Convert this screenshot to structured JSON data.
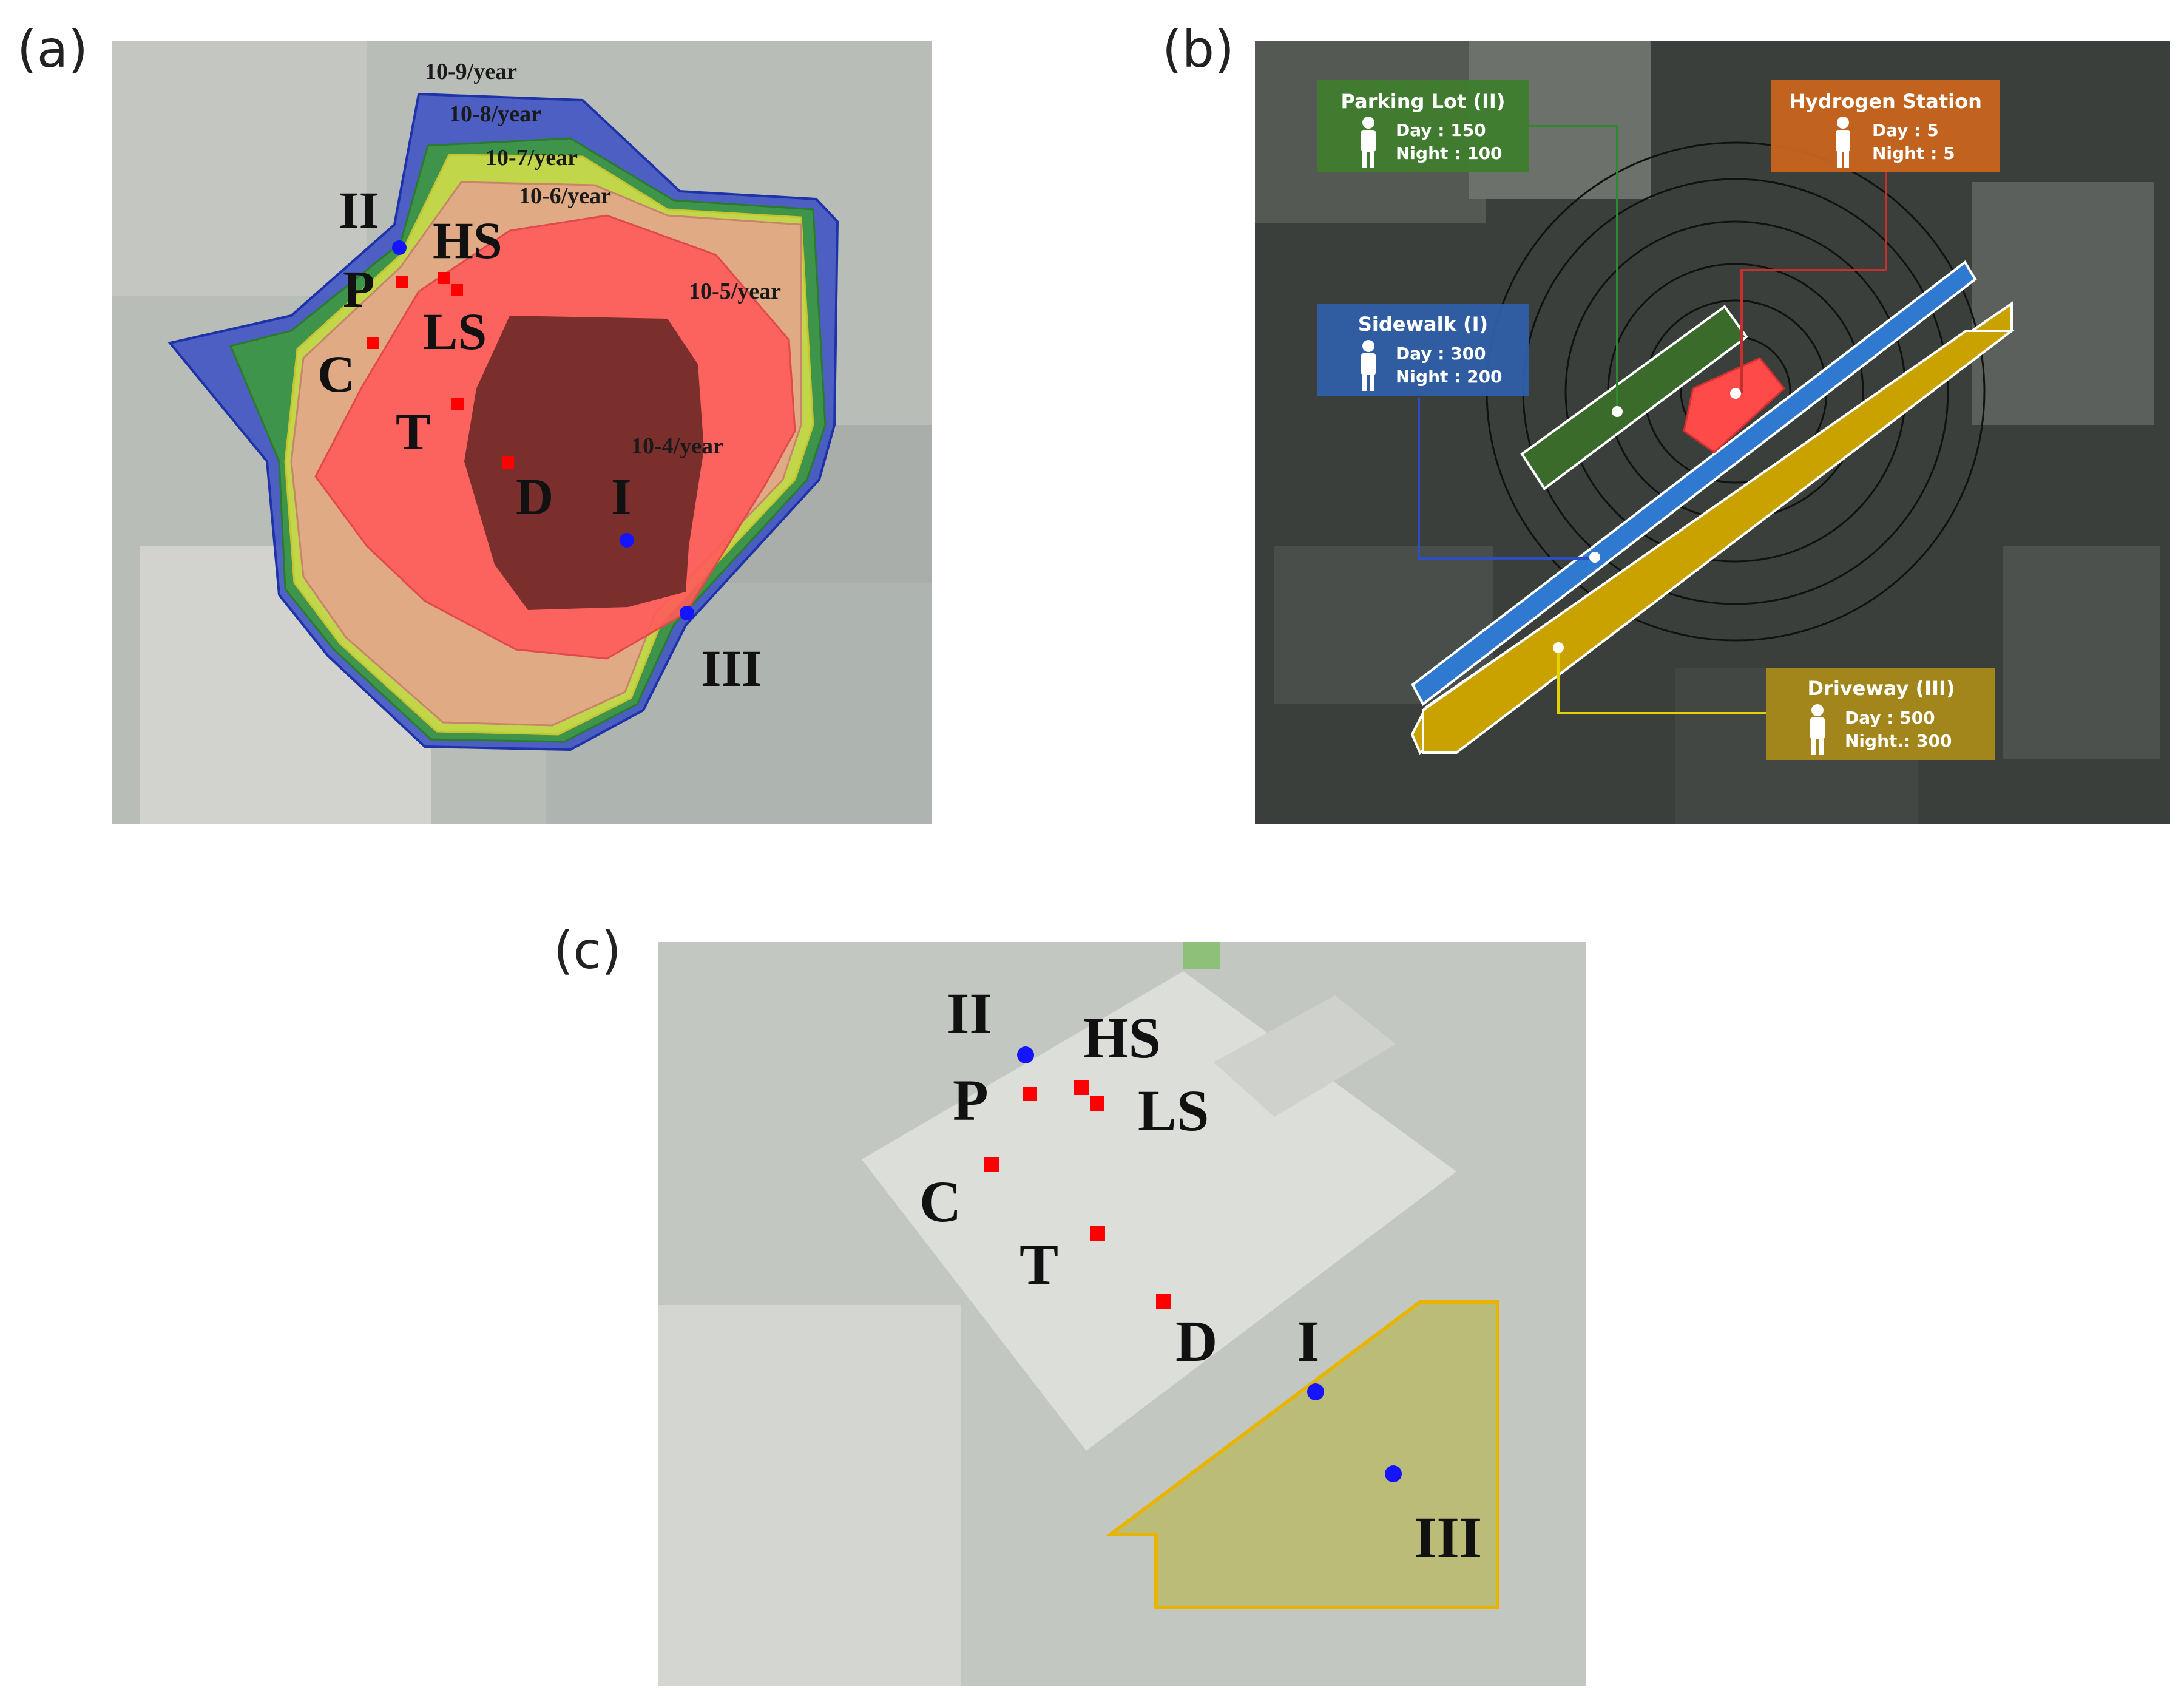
{
  "panels": {
    "a": {
      "label": "(a)"
    },
    "b": {
      "label": "(b)"
    },
    "c": {
      "label": "(c)"
    }
  },
  "contours": [
    {
      "label": "10-9/year",
      "color": "#3a4fc4"
    },
    {
      "label": "10-8/year",
      "color": "#3d9a3d"
    },
    {
      "label": "10-7/year",
      "color": "#d9e24a"
    },
    {
      "label": "10-6/year",
      "color": "#e3a58c"
    },
    {
      "label": "10-5/year",
      "color": "#ff5a5a"
    },
    {
      "label": "10-4/year",
      "color": "#6b2a28"
    }
  ],
  "equipment": {
    "HS": "HS",
    "P": "P",
    "LS": "LS",
    "C": "C",
    "T": "T",
    "D": "D"
  },
  "targets": {
    "I": "I",
    "II": "II",
    "III": "III"
  },
  "zones": [
    {
      "title": "Parking Lot (II)",
      "day": "Day : 150",
      "night": "Night : 100",
      "color": "#3f7d2e"
    },
    {
      "title": "Hydrogen Station",
      "day": "Day : 5",
      "night": "Night : 5",
      "color": "#c8641e"
    },
    {
      "title": "Sidewalk (I)",
      "day": "Day : 300",
      "night": "Night : 200",
      "color": "#2f5fa8"
    },
    {
      "title": "Driveway (III)",
      "day": "Day : 500",
      "night": "Night.: 300",
      "color": "#a88a1a"
    }
  ],
  "colors": {
    "equipment": "#ff0000",
    "target": "#1414ff",
    "region": "#e8b400"
  }
}
